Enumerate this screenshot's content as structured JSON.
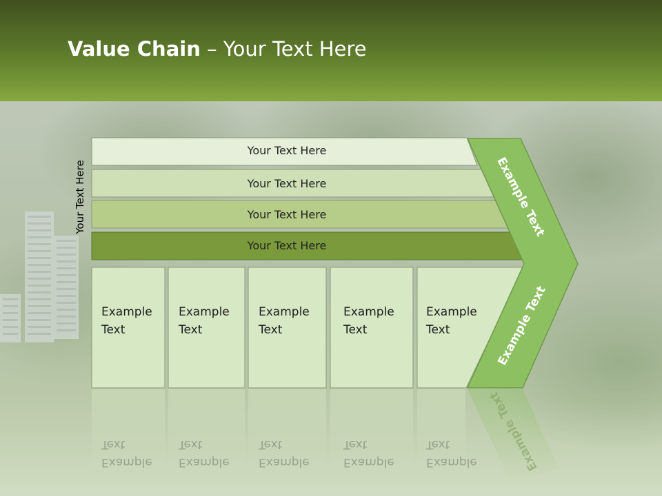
{
  "title": {
    "bold": "Value Chain",
    "rest": " – Your Text Here"
  },
  "side_label": "Your Text Here",
  "bars": [
    {
      "label": "Your Text Here",
      "color": "#e6efd9"
    },
    {
      "label": "Your Text Here",
      "color": "#cfe0b6"
    },
    {
      "label": "Your Text Here",
      "color": "#b6cd89"
    },
    {
      "label": "Your Text Here",
      "color": "#7a9a3c"
    }
  ],
  "boxes": [
    {
      "line1": "Example",
      "line2": "Text"
    },
    {
      "line1": "Example",
      "line2": "Text"
    },
    {
      "line1": "Example",
      "line2": "Text"
    },
    {
      "line1": "Example",
      "line2": "Text"
    },
    {
      "line1": "Example",
      "line2": "Text"
    }
  ],
  "chevron": {
    "upper_label": "Example Text",
    "lower_label": "Example Text",
    "color": "#8cc061"
  },
  "colors": {
    "header_top": "#3f4f1f",
    "header_bottom": "#86a840",
    "box_fill": "#d6e8c4"
  }
}
